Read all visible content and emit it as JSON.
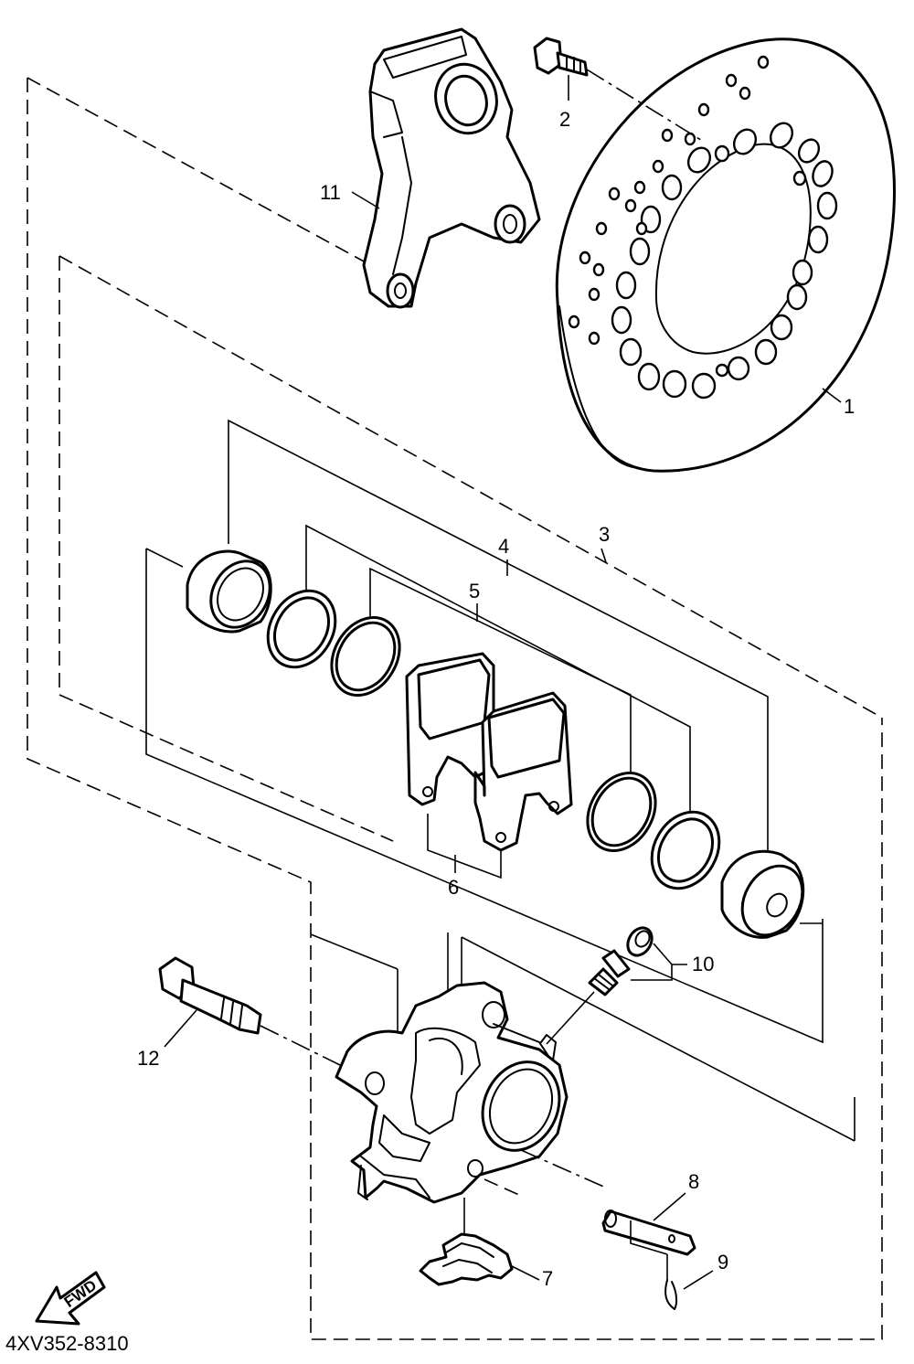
{
  "diagram": {
    "callouts": [
      {
        "id": "1",
        "text": "1"
      },
      {
        "id": "2",
        "text": "2"
      },
      {
        "id": "3",
        "text": "3"
      },
      {
        "id": "4",
        "text": "4"
      },
      {
        "id": "5",
        "text": "5"
      },
      {
        "id": "6",
        "text": "6"
      },
      {
        "id": "7",
        "text": "7"
      },
      {
        "id": "8",
        "text": "8"
      },
      {
        "id": "9",
        "text": "9"
      },
      {
        "id": "10",
        "text": "10"
      },
      {
        "id": "11",
        "text": "11"
      },
      {
        "id": "12",
        "text": "12"
      }
    ],
    "direction_label": "FWD",
    "diagram_code": "4XV352-8310"
  }
}
